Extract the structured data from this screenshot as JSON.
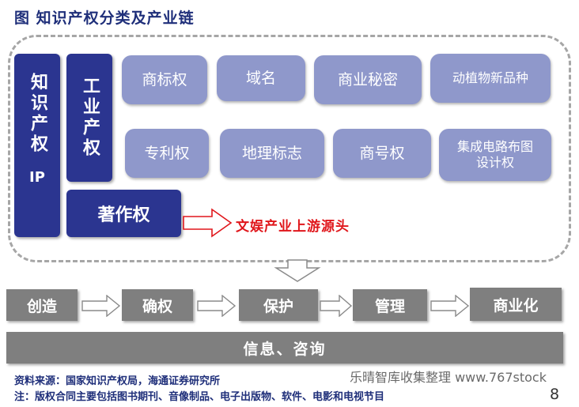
{
  "title": "图  知识产权分类及产业链",
  "ip": {
    "label": "知识产权",
    "abbr": "IP"
  },
  "industrial": {
    "label": "工业产权"
  },
  "copyright": {
    "label": "著作权"
  },
  "industrial_items": [
    "商标权",
    "域名",
    "商业秘密",
    "动植物新品种",
    "专利权",
    "地理标志",
    "商号权",
    "集成电路布图设计权"
  ],
  "culture_label": "文娱产业上游源头",
  "chain": [
    "创造",
    "确权",
    "保护",
    "管理",
    "商业化"
  ],
  "info_bar": "信息、咨询",
  "source": "资料来源：国家知识产权局，海通证券研究所",
  "note": "注：版权合同主要包括图书期刊、音像制品、电子出版物、软件、电影和电视节目",
  "watermark": "乐晴智库收集整理 www.767stock",
  "page_number": "8",
  "colors": {
    "dark_blue": "#2b3590",
    "light_blue": "#8f98cb",
    "gray": "#7f7f7f",
    "red": "#e0161b"
  }
}
